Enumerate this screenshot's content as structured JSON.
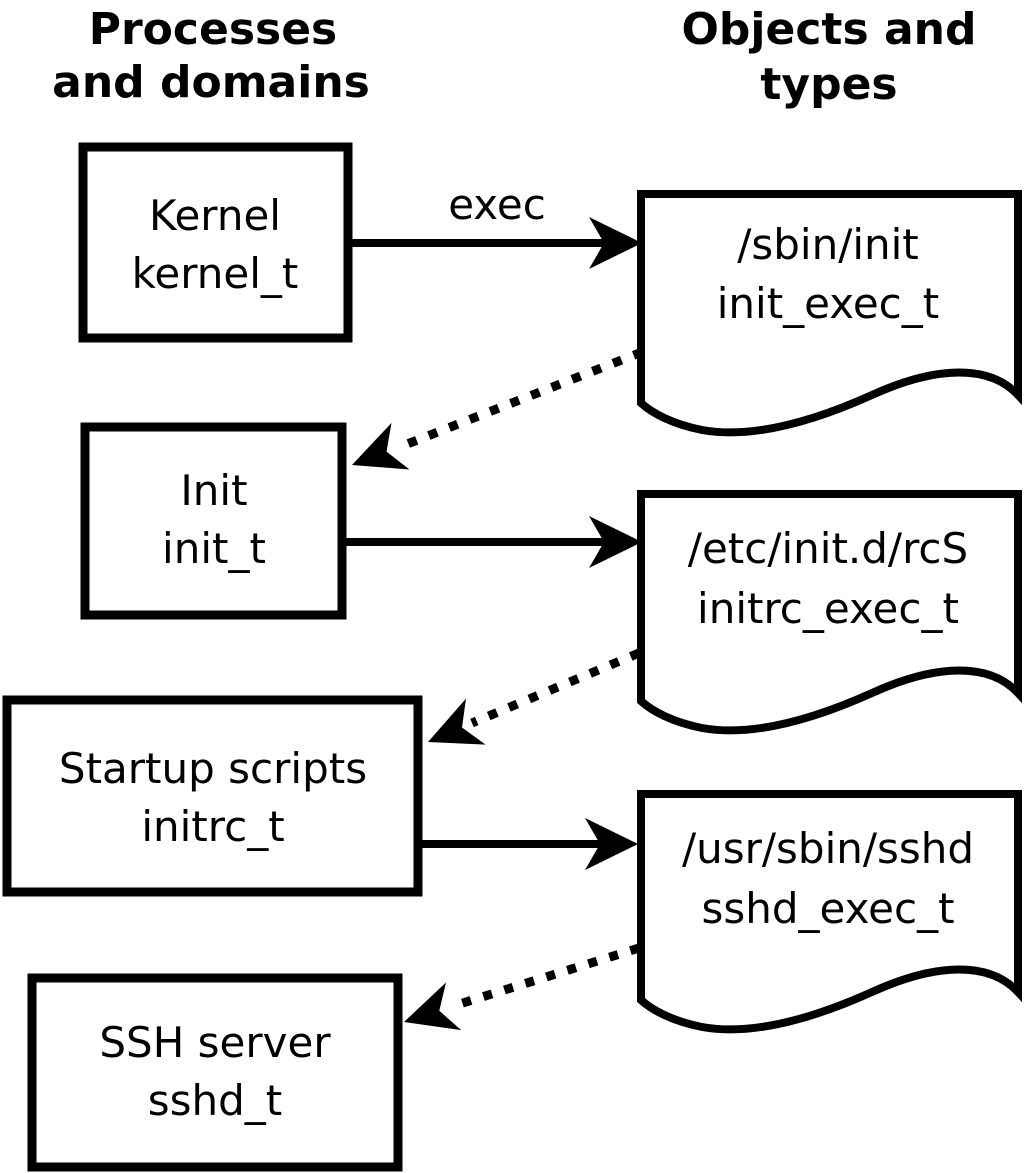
{
  "diagram": {
    "left_column_header": {
      "line1": "Processes",
      "line2": "and domains"
    },
    "right_column_header": {
      "line1": "Objects and",
      "line2": "types"
    },
    "process_boxes": [
      {
        "name": "Kernel",
        "type": "kernel_t"
      },
      {
        "name": "Init",
        "type": "init_t"
      },
      {
        "name": "Startup scripts",
        "type": "initrc_t"
      },
      {
        "name": "SSH server",
        "type": "sshd_t"
      }
    ],
    "object_docs": [
      {
        "path": "/sbin/init",
        "type": "init_exec_t"
      },
      {
        "path": "/etc/init.d/rcS",
        "type": "initrc_exec_t"
      },
      {
        "path": "/usr/sbin/sshd",
        "type": "sshd_exec_t"
      }
    ],
    "edge_labels": {
      "exec": "exec"
    },
    "colors": {
      "foreground": "#000000",
      "background": "#ffffff"
    }
  }
}
